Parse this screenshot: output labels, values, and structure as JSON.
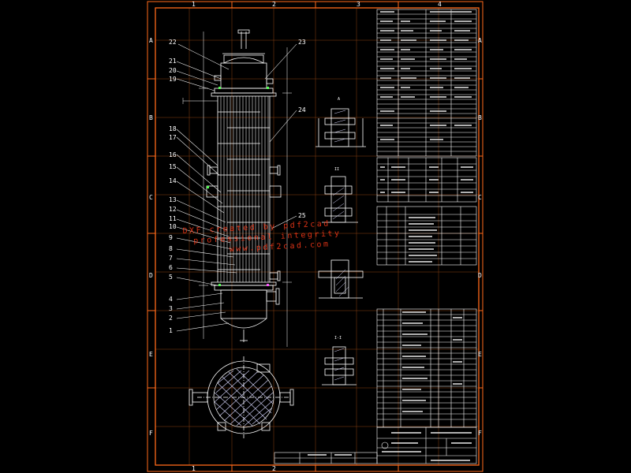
{
  "colors": {
    "background": "#000000",
    "frame": "#ff6a1a",
    "grid": "#ff7722",
    "geometry": "#ffffff",
    "hatch": "#d8d8ff",
    "accent_green": "#55ff55",
    "accent_magenta": "#ff55ff",
    "watermark": "#ff3b1a"
  },
  "frame": {
    "column_labels": [
      "1",
      "2",
      "3",
      "4"
    ],
    "row_labels": [
      "A",
      "B",
      "C",
      "D",
      "E",
      "F"
    ]
  },
  "leaders": {
    "left": [
      "22",
      "21",
      "20",
      "19",
      "18",
      "17",
      "16",
      "15",
      "14",
      "13",
      "12",
      "11",
      "10",
      "9",
      "8",
      "7",
      "6",
      "5",
      "4",
      "3",
      "2",
      "1"
    ],
    "right": [
      "23",
      "24",
      "25"
    ]
  },
  "section_labels": {
    "top": "A",
    "mid": "II",
    "lower": "I-I"
  },
  "watermark": {
    "line1": "DXF created by pdf2cad",
    "line2": "professional integrity",
    "line3": "www.pdf2cad.com"
  }
}
